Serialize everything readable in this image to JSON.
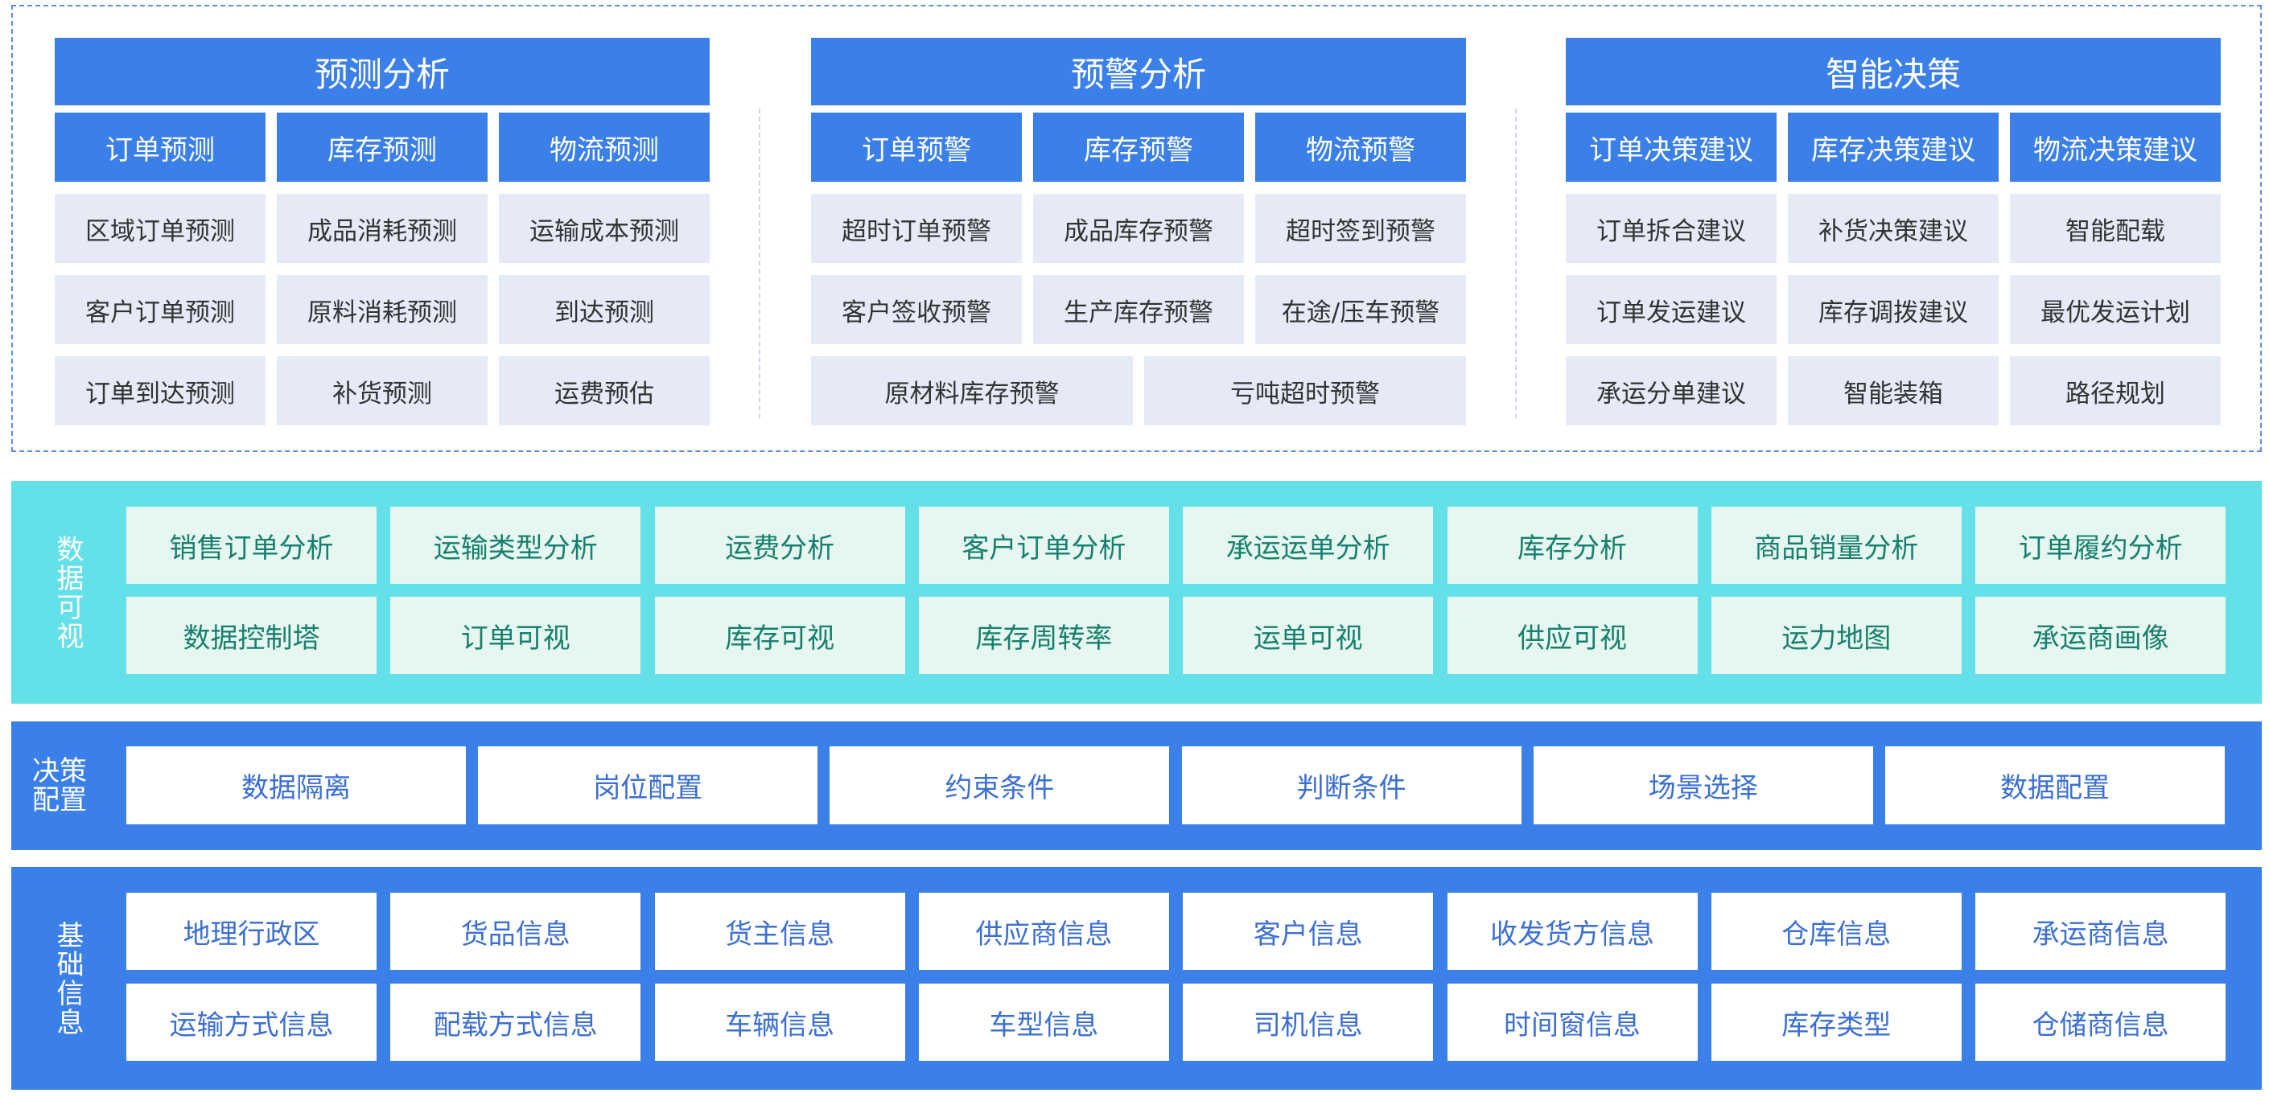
{
  "analysis": {
    "groups": [
      {
        "title": "预测分析",
        "subheaders": [
          "订单预测",
          "库存预测",
          "物流预测"
        ],
        "rows": [
          [
            "区域订单预测",
            "成品消耗预测",
            "运输成本预测"
          ],
          [
            "客户订单预测",
            "原料消耗预测",
            "到达预测"
          ],
          [
            "订单到达预测",
            "补货预测",
            "运费预估"
          ]
        ]
      },
      {
        "title": "预警分析",
        "subheaders": [
          "订单预警",
          "库存预警",
          "物流预警"
        ],
        "rows": [
          [
            "超时订单预警",
            "成品库存预警",
            "超时签到预警"
          ],
          [
            "客户签收预警",
            "生产库存预警",
            "在途/压车预警"
          ],
          [
            "原材料库存预警",
            "亏吨超时预警"
          ]
        ]
      },
      {
        "title": "智能决策",
        "subheaders": [
          "订单决策建议",
          "库存决策建议",
          "物流决策建议"
        ],
        "rows": [
          [
            "订单拆合建议",
            "补货决策建议",
            "智能配载"
          ],
          [
            "订单发运建议",
            "库存调拨建议",
            "最优发运计划"
          ],
          [
            "承运分单建议",
            "智能装箱",
            "路径规划"
          ]
        ]
      }
    ]
  },
  "data_visual": {
    "label": "数据可视",
    "rows": [
      [
        "销售订单分析",
        "运输类型分析",
        "运费分析",
        "客户订单分析",
        "承运运单分析",
        "库存分析",
        "商品销量分析",
        "订单履约分析"
      ],
      [
        "数据控制塔",
        "订单可视",
        "库存可视",
        "库存周转率",
        "运单可视",
        "供应可视",
        "运力地图",
        "承运商画像"
      ]
    ]
  },
  "decision_config": {
    "label_lines": [
      "决策",
      "配置"
    ],
    "items": [
      "数据隔离",
      "岗位配置",
      "约束条件",
      "判断条件",
      "场景选择",
      "数据配置"
    ]
  },
  "base_info": {
    "label": "基础信息",
    "rows": [
      [
        "地理行政区",
        "货品信息",
        "货主信息",
        "供应商信息",
        "客户信息",
        "收发货方信息",
        "仓库信息",
        "承运商信息"
      ],
      [
        "运输方式信息",
        "配载方式信息",
        "车辆信息",
        "车型信息",
        "司机信息",
        "时间窗信息",
        "库存类型",
        "仓储商信息"
      ]
    ]
  },
  "colors": {
    "primary_blue": "#3b7fe9",
    "cyan_band": "#63e0e8",
    "light_cell": "#e6eaf7",
    "mint_cell": "#e6f6f1",
    "teal_text": "#17806c"
  }
}
